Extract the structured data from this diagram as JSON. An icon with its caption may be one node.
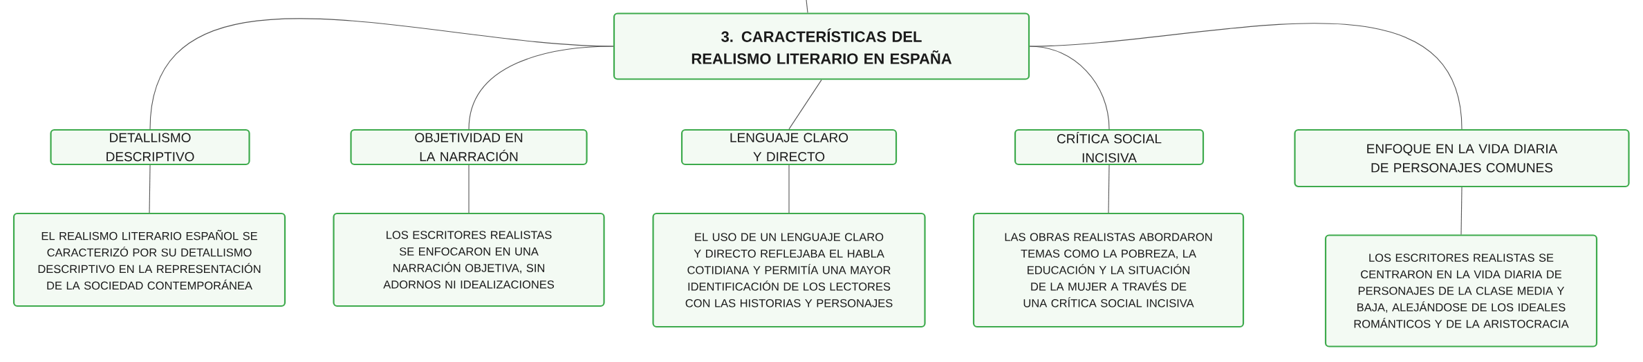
{
  "diagram": {
    "nodes": [
      {
        "text": [
          "3. CARACTERÍSTICAS DEL REALISMO LITERARIO EN ESPAÑA"
        ]
      },
      {
        "text": [
          "DETALLISMO DESCRIPTIVO"
        ]
      },
      {
        "text": [
          "OBJETIVIDAD EN LA NARRACIÓN"
        ]
      },
      {
        "text": [
          "LENGUAJE CLARO Y DIRECTO"
        ]
      },
      {
        "text": [
          "CRÍTICA SOCIAL INCISIVA"
        ]
      },
      {
        "text": [
          "ENFOQUE EN LA VIDA DIARIA DE PERSONAJES COMUNES"
        ]
      },
      {
        "text": [
          "EL REALISMO LITERARIO ESPAÑOL SE CARACTERIZÓ POR SU DETALLISMO DESCRIPTIVO EN LA REPRESENTACIÓN DE LA SOCIEDAD CONTEMPORÁNEA"
        ]
      },
      {
        "text": [
          "LOS ESCRITORES REALISTAS SE ENFOCARON EN UNA NARRACIÓN OBJETIVA, SIN ADORNOS NI IDEALIZACIONES"
        ]
      },
      {
        "text": [
          "EL USO DE UN LENGUAJE CLARO Y DIRECTO REFLEJABA EL HABLA COTIDIANA Y PERMITÍA UNA MAYOR IDENTIFICACIÓN DE LOS LECTORES CON LAS HISTORIAS Y PERSONAJES"
        ]
      },
      {
        "text": [
          "LAS OBRAS REALISTAS ABORDARON TEMAS COMO LA POBREZA, LA EDUCACIÓN Y LA SITUACIÓN DE LA MUJER A TRAVÉS DE UNA CRÍTICA SOCIAL INCISIVA"
        ]
      },
      {
        "text": [
          "LOS ESCRITORES REALISTAS SE CENTRARON EN LA VIDA DIARIA DE PERSONAJES DE LA CLASE MEDIA Y BAJA, ALEJÁNDOSE DE LOS IDEALES ROMÁNTICOS Y DE LA ARISTOCRACIA"
        ]
      }
    ],
    "edges": [
      {
        "from": null,
        "to": 0,
        "arrow": "none"
      },
      {
        "from": 0,
        "to": 1,
        "arrow": "none"
      },
      {
        "from": 0,
        "to": 2,
        "arrow": "none"
      },
      {
        "from": 0,
        "to": 3,
        "arrow": "none"
      },
      {
        "from": 0,
        "to": 4,
        "arrow": "none"
      },
      {
        "from": 0,
        "to": 5,
        "arrow": "none"
      },
      {
        "from": 1,
        "to": 6,
        "arrow": "none"
      },
      {
        "from": 2,
        "to": 7,
        "arrow": "none"
      },
      {
        "from": 3,
        "to": 8,
        "arrow": "none"
      },
      {
        "from": 4,
        "to": 9,
        "arrow": "none"
      },
      {
        "from": 5,
        "to": 10,
        "arrow": "none"
      }
    ]
  }
}
